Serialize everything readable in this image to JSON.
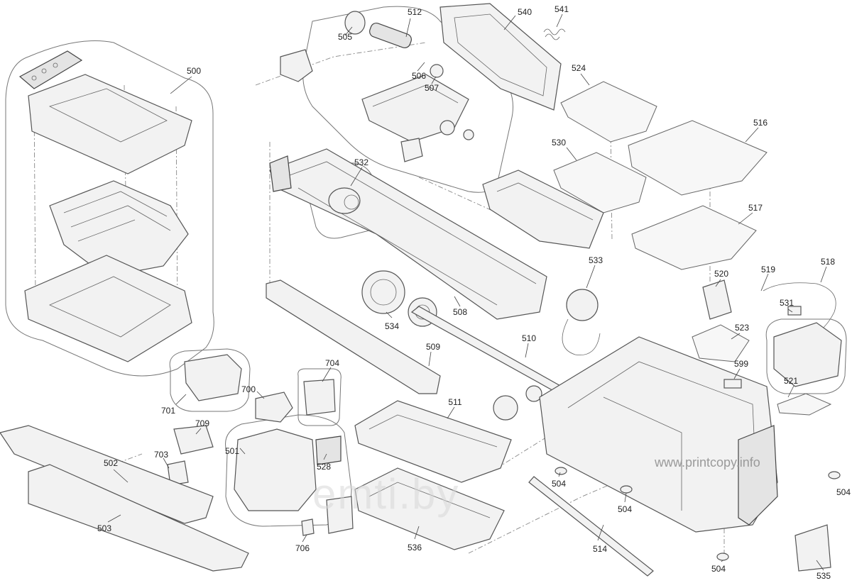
{
  "watermarks": {
    "site": "www.printcopy.info",
    "big": "emti.by"
  },
  "parts": [
    {
      "id": "p500",
      "text": "500"
    },
    {
      "id": "p501",
      "text": "501"
    },
    {
      "id": "p502",
      "text": "502"
    },
    {
      "id": "p503",
      "text": "503"
    },
    {
      "id": "p504a",
      "text": "504"
    },
    {
      "id": "p504b",
      "text": "504"
    },
    {
      "id": "p504c",
      "text": "504"
    },
    {
      "id": "p504d",
      "text": "504"
    },
    {
      "id": "p505",
      "text": "505"
    },
    {
      "id": "p506",
      "text": "506"
    },
    {
      "id": "p507",
      "text": "507"
    },
    {
      "id": "p508",
      "text": "508"
    },
    {
      "id": "p509",
      "text": "509"
    },
    {
      "id": "p510",
      "text": "510"
    },
    {
      "id": "p511",
      "text": "511"
    },
    {
      "id": "p512",
      "text": "512"
    },
    {
      "id": "p514",
      "text": "514"
    },
    {
      "id": "p516",
      "text": "516"
    },
    {
      "id": "p517",
      "text": "517"
    },
    {
      "id": "p518",
      "text": "518"
    },
    {
      "id": "p519",
      "text": "519"
    },
    {
      "id": "p520",
      "text": "520"
    },
    {
      "id": "p521",
      "text": "521"
    },
    {
      "id": "p523",
      "text": "523"
    },
    {
      "id": "p524",
      "text": "524"
    },
    {
      "id": "p528",
      "text": "528"
    },
    {
      "id": "p530",
      "text": "530"
    },
    {
      "id": "p531",
      "text": "531"
    },
    {
      "id": "p532",
      "text": "532"
    },
    {
      "id": "p533",
      "text": "533"
    },
    {
      "id": "p534",
      "text": "534"
    },
    {
      "id": "p535",
      "text": "535"
    },
    {
      "id": "p536",
      "text": "536"
    },
    {
      "id": "p540",
      "text": "540"
    },
    {
      "id": "p541",
      "text": "541"
    },
    {
      "id": "p599",
      "text": "599"
    },
    {
      "id": "p700",
      "text": "700"
    },
    {
      "id": "p701",
      "text": "701"
    },
    {
      "id": "p703",
      "text": "703"
    },
    {
      "id": "p704",
      "text": "704"
    },
    {
      "id": "p706",
      "text": "706"
    },
    {
      "id": "p709",
      "text": "709"
    }
  ]
}
